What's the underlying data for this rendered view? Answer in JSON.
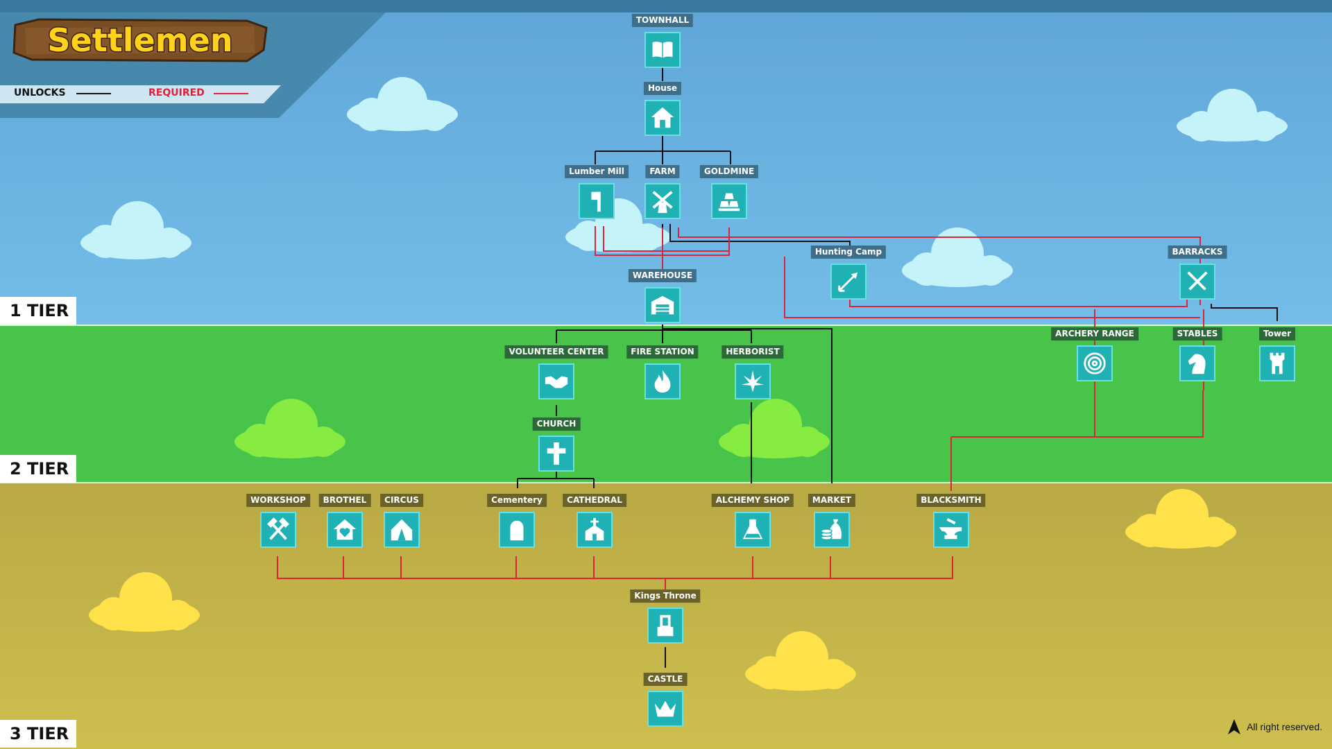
{
  "app": {
    "title": "Settlemen"
  },
  "legend": {
    "unlocks": "UNLOCKS",
    "required": "REQUIRED",
    "unlocks_color": "#111111",
    "required_color": "#e0213a"
  },
  "tiers": [
    "1 TIER",
    "2 TIER",
    "3 TIER"
  ],
  "colors": {
    "sky": "#6cb6e6",
    "grass": "#48c44a",
    "sand": "#c5b24a",
    "tile": "#1fb1b4",
    "unlock_line": "#111111",
    "required_line": "#e0213a"
  },
  "nodes": {
    "townhall": {
      "label": "TOWNHALL",
      "icon": "book-icon"
    },
    "house": {
      "label": "House",
      "icon": "house-icon"
    },
    "lumber_mill": {
      "label": "Lumber Mill",
      "icon": "axe-icon"
    },
    "farm": {
      "label": "FARM",
      "icon": "windmill-icon"
    },
    "goldmine": {
      "label": "GOLDMINE",
      "icon": "gold-bars-icon"
    },
    "hunting_camp": {
      "label": "Hunting Camp",
      "icon": "arrow-icon"
    },
    "barracks": {
      "label": "BARRACKS",
      "icon": "crossed-swords-icon"
    },
    "warehouse": {
      "label": "WAREHOUSE",
      "icon": "warehouse-icon"
    },
    "volunteer_center": {
      "label": "VOLUNTEER CENTER",
      "icon": "handshake-icon"
    },
    "fire_station": {
      "label": "FIRE STATION",
      "icon": "flame-icon"
    },
    "herborist": {
      "label": "HERBORIST",
      "icon": "leaf-icon"
    },
    "archery_range": {
      "label": "ARCHERY RANGE",
      "icon": "target-icon"
    },
    "stables": {
      "label": "STABLES",
      "icon": "horse-icon"
    },
    "tower": {
      "label": "Tower",
      "icon": "tower-icon"
    },
    "church": {
      "label": "CHURCH",
      "icon": "cross-icon"
    },
    "workshop": {
      "label": "WORKSHOP",
      "icon": "hammers-icon"
    },
    "brothel": {
      "label": "BROTHEL",
      "icon": "heart-house-icon"
    },
    "circus": {
      "label": "CIRCUS",
      "icon": "tent-icon"
    },
    "cementery": {
      "label": "Cementery",
      "icon": "tombstone-icon"
    },
    "cathedral": {
      "label": "CATHEDRAL",
      "icon": "cathedral-icon"
    },
    "alchemy_shop": {
      "label": "ALCHEMY SHOP",
      "icon": "flask-icon"
    },
    "market": {
      "label": "MARKET",
      "icon": "money-bag-icon"
    },
    "blacksmith": {
      "label": "BLACKSMITH",
      "icon": "anvil-icon"
    },
    "kings_throne": {
      "label": "Kings Throne",
      "icon": "throne-icon"
    },
    "castle": {
      "label": "CASTLE",
      "icon": "crown-icon"
    }
  },
  "footer": {
    "text": "All right reserved.",
    "icon": "cursor-arrow-icon"
  }
}
